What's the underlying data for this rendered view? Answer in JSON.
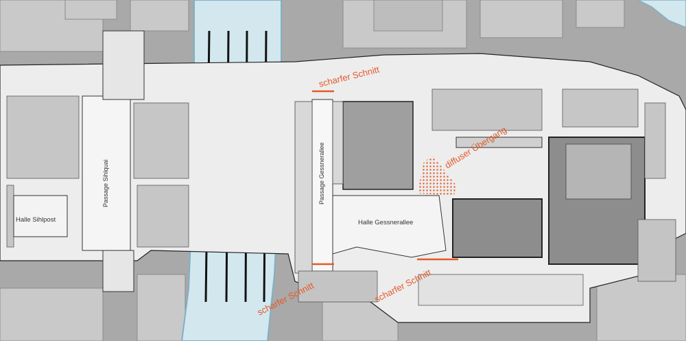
{
  "labels": {
    "halle_sihlpost": "Halle Sihlpost",
    "passage_sihlquai": "Passage Sihlquai",
    "passage_gessnerallee": "Passage Gessnerallee",
    "halle_gessnerallee": "Halle Gessnerallee"
  },
  "annotations": {
    "sharp_cut_top": "scharfer Schnitt",
    "diffuse_transition": "diffuser Übergang",
    "sharp_cut_bottom_left": "scharfer Schnitt",
    "sharp_cut_bottom_mid": "scharfer Schnitt"
  },
  "colors": {
    "surrounding": "#a9a9a9",
    "block_light": "#c9c9c9",
    "block_mid": "#b7b7b7",
    "station_floor": "#ededed",
    "river": "#d3e7ef",
    "river_edge": "#7fb0c4",
    "accent": "#e35a2a",
    "walls": "#222222"
  }
}
